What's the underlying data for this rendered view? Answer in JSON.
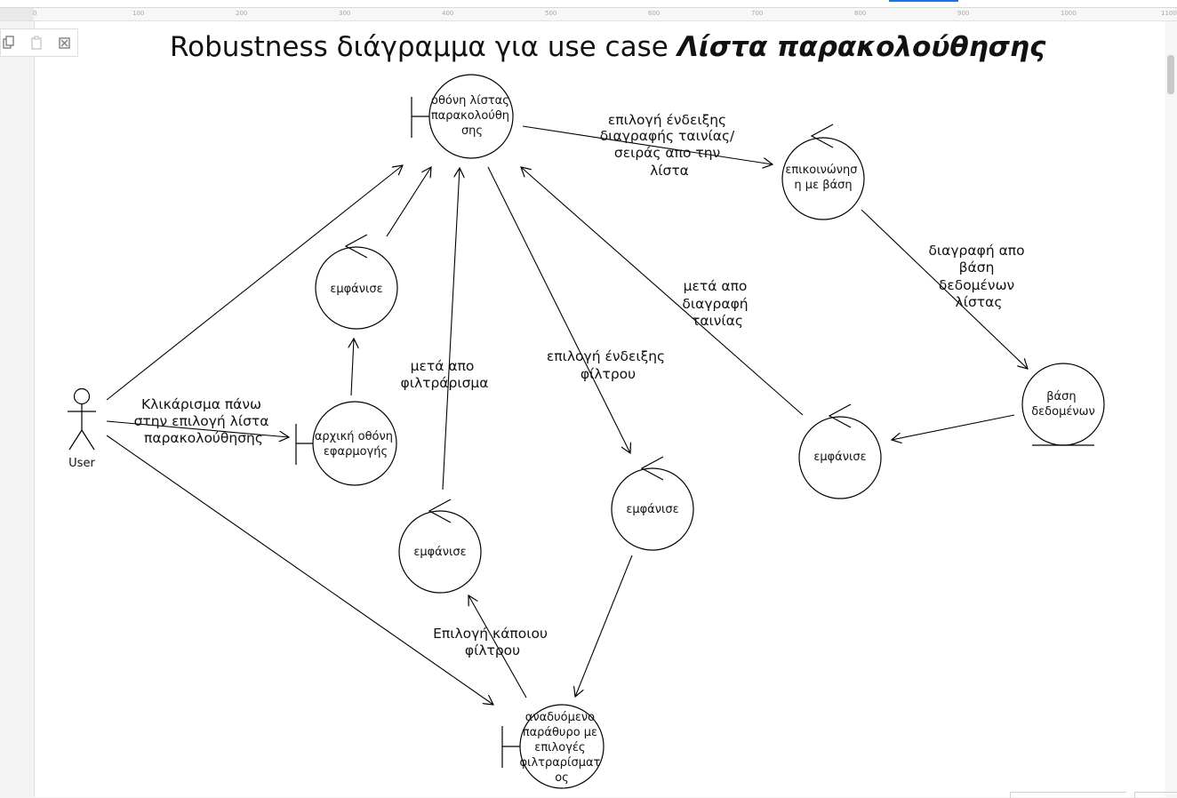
{
  "diagram": {
    "title": "Robustness διάγραμμα για use case",
    "title_emphasis": "Λίστα παρακολούθησης",
    "actor": {
      "label": "User"
    },
    "nodes": {
      "watchlist_screen": [
        "οθόνη λίστας",
        "παρακολούθη",
        "σης"
      ],
      "db_comm": [
        "επικοινώνησ",
        "η με βάση"
      ],
      "display_top": [
        "εμφάνισε"
      ],
      "home_screen": [
        "αρχική οθόνη",
        "εφαρμογής"
      ],
      "display_left": [
        "εμφάνισε"
      ],
      "display_mid": [
        "εμφάνισε"
      ],
      "display_right": [
        "εμφάνισε"
      ],
      "database": [
        "βάση",
        "δεδομένων"
      ],
      "filter_popup": [
        "αναδυόμενο",
        "παράθυρο με",
        "επιλογές",
        "φιλτραρίσματ",
        "ος"
      ]
    },
    "labels": {
      "click_watchlist": [
        "Κλικάρισμα πάνω",
        "στην επιλογή λίστα",
        "παρακολούθησης"
      ],
      "select_delete": [
        "επιλογή ένδειξης",
        "διαγραφής ταινίας/",
        "σειράς απο την",
        "λίστα"
      ],
      "delete_db": [
        "διαγραφή απο",
        "βάση",
        "δεδομένων",
        "λίστας"
      ],
      "after_delete": [
        "μετά απο",
        "διαγραφή",
        "ταινίας"
      ],
      "after_filter": [
        "μετά απο",
        "φιλτράρισμα"
      ],
      "select_filter_mark": [
        "επιλογή ένδειξης",
        "φίλτρου"
      ],
      "choose_filter": [
        "Επιλογή κάποιου",
        "φίλτρου"
      ]
    }
  },
  "ruler": {
    "ticks": [
      "0",
      "100",
      "200",
      "300",
      "400",
      "500",
      "600",
      "700",
      "800",
      "900",
      "1000",
      "1100"
    ]
  },
  "toolbar": {
    "icons": [
      "copy-style-icon",
      "paste-style-icon",
      "clear-style-icon"
    ]
  }
}
